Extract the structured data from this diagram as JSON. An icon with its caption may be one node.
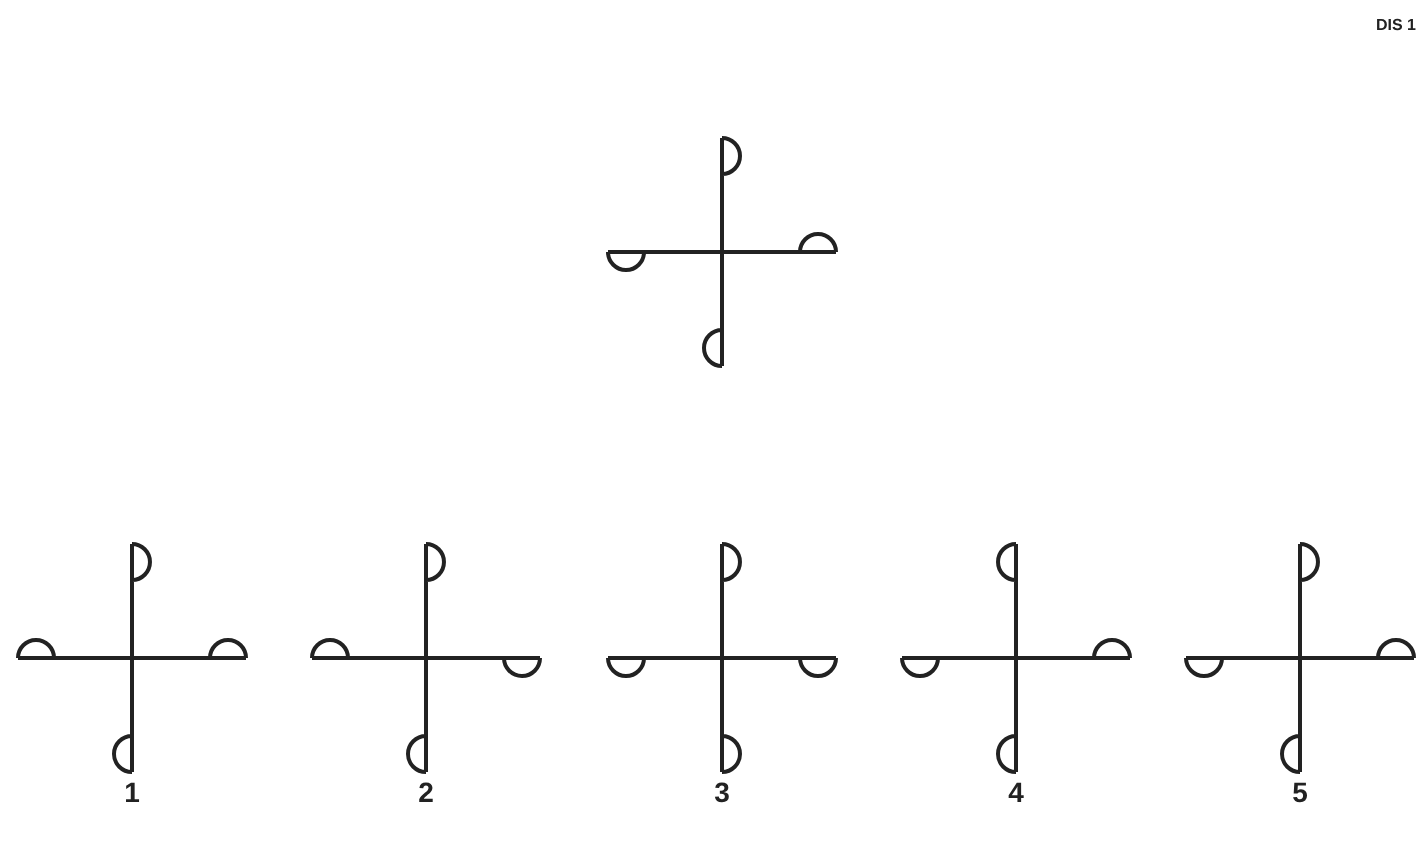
{
  "diagram": {
    "labels": [
      "DIS 1",
      "1",
      "2",
      "3",
      "4",
      "5"
    ]
  }
}
